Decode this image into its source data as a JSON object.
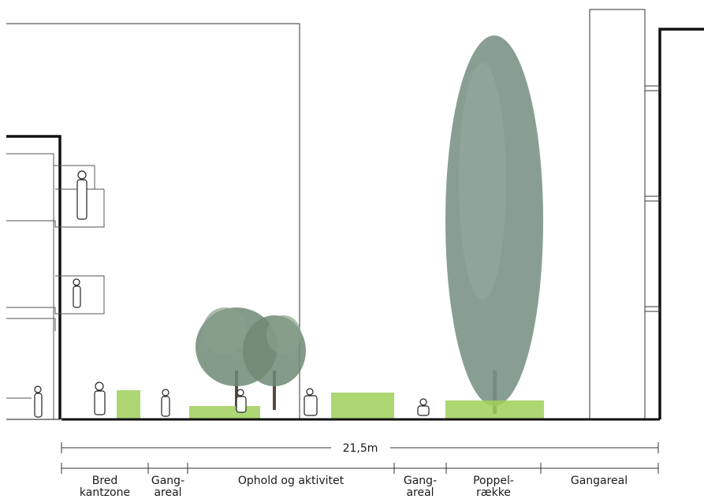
{
  "section": {
    "total_width": "21,5m",
    "zones": [
      {
        "line1": "Bred",
        "line2": "kantzone"
      },
      {
        "line1": "Gang-",
        "line2": "areal"
      },
      {
        "line1": "Ophold og aktivitet",
        "line2": ""
      },
      {
        "line1": "Gang-",
        "line2": "areal"
      },
      {
        "line1": "Poppel-",
        "line2": "række"
      },
      {
        "line1": "Gangareal",
        "line2": ""
      }
    ]
  },
  "colors": {
    "line": "#111111",
    "thin_line": "#333333",
    "grass": "#9fd05a",
    "tree_canopy": "#6f8a74",
    "poplar": "#7b9486",
    "silhouette": "#ffffff"
  }
}
